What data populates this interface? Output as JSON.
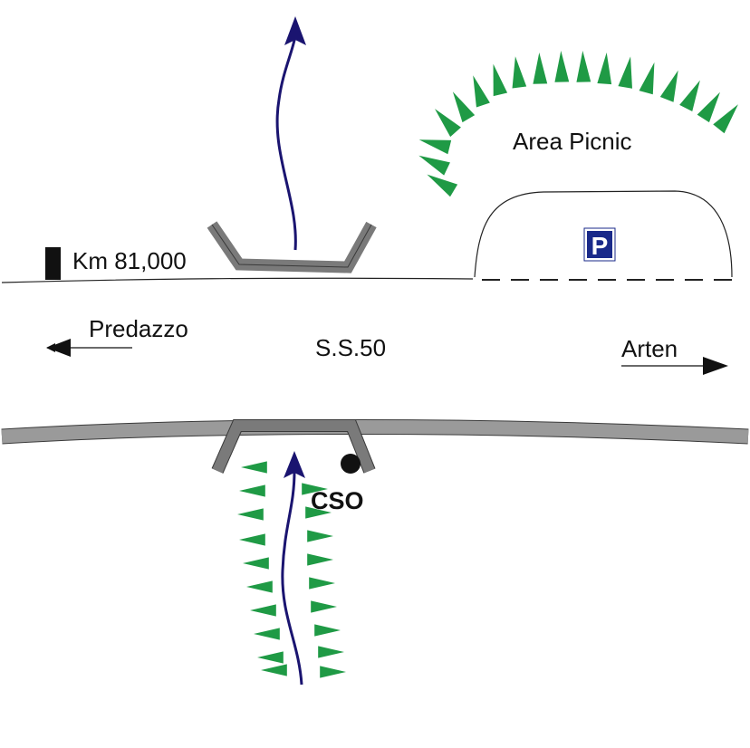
{
  "labels": {
    "km": "Km 81,000",
    "picnic": "Area Picnic",
    "road": "S.S.50",
    "left_dir": "Predazzo",
    "right_dir": "Arten",
    "cso": "CSO",
    "parking": "P"
  },
  "colors": {
    "river": "#1a1470",
    "bridge": "#7a7a7a",
    "road_band": "#9a9a9a",
    "vegetation": "#1f9a45",
    "parking_sign": "#1a2a8a"
  },
  "icons": {
    "km_marker": "milestone-icon",
    "cso_point": "dot-icon",
    "parking": "parking-sign-icon"
  }
}
